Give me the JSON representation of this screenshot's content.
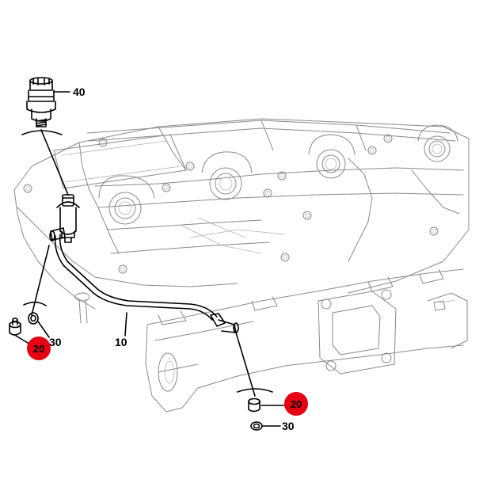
{
  "callouts": {
    "sensor_top": "40",
    "washer_left": "30",
    "plug_left": "20",
    "tube": "10",
    "plug_right": "20",
    "washer_right": "30"
  },
  "colors": {
    "highlight": "#e60012",
    "line": "#000000",
    "engine_outline": "#8a8a8a"
  }
}
